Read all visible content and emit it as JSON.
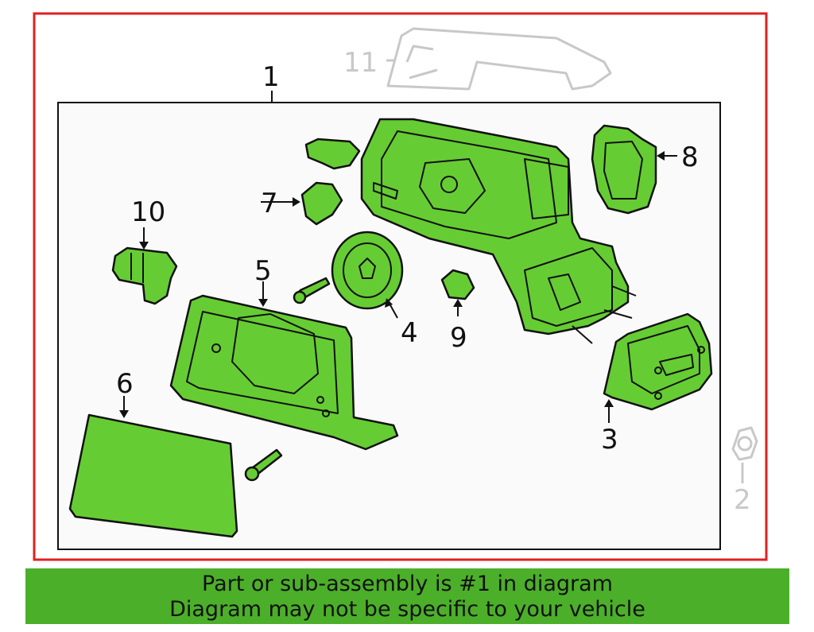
{
  "colors": {
    "highlight": "#66cc33",
    "frame_red": "#e02020",
    "banner_green": "#4caf2a",
    "faded_gray": "#c8c8c8"
  },
  "callouts": {
    "assembly": "1",
    "nut": "2",
    "motor_cover": "3",
    "heater_pad": "4",
    "backing_plate": "5",
    "mirror_glass": "6",
    "clip_7": "7",
    "bracket_8": "8",
    "clip_9": "9",
    "sensor_10": "10",
    "cap": "11"
  },
  "banner": {
    "line1": "Part or sub-assembly is #1 in diagram",
    "line2": "Diagram may not be specific to your vehicle"
  }
}
